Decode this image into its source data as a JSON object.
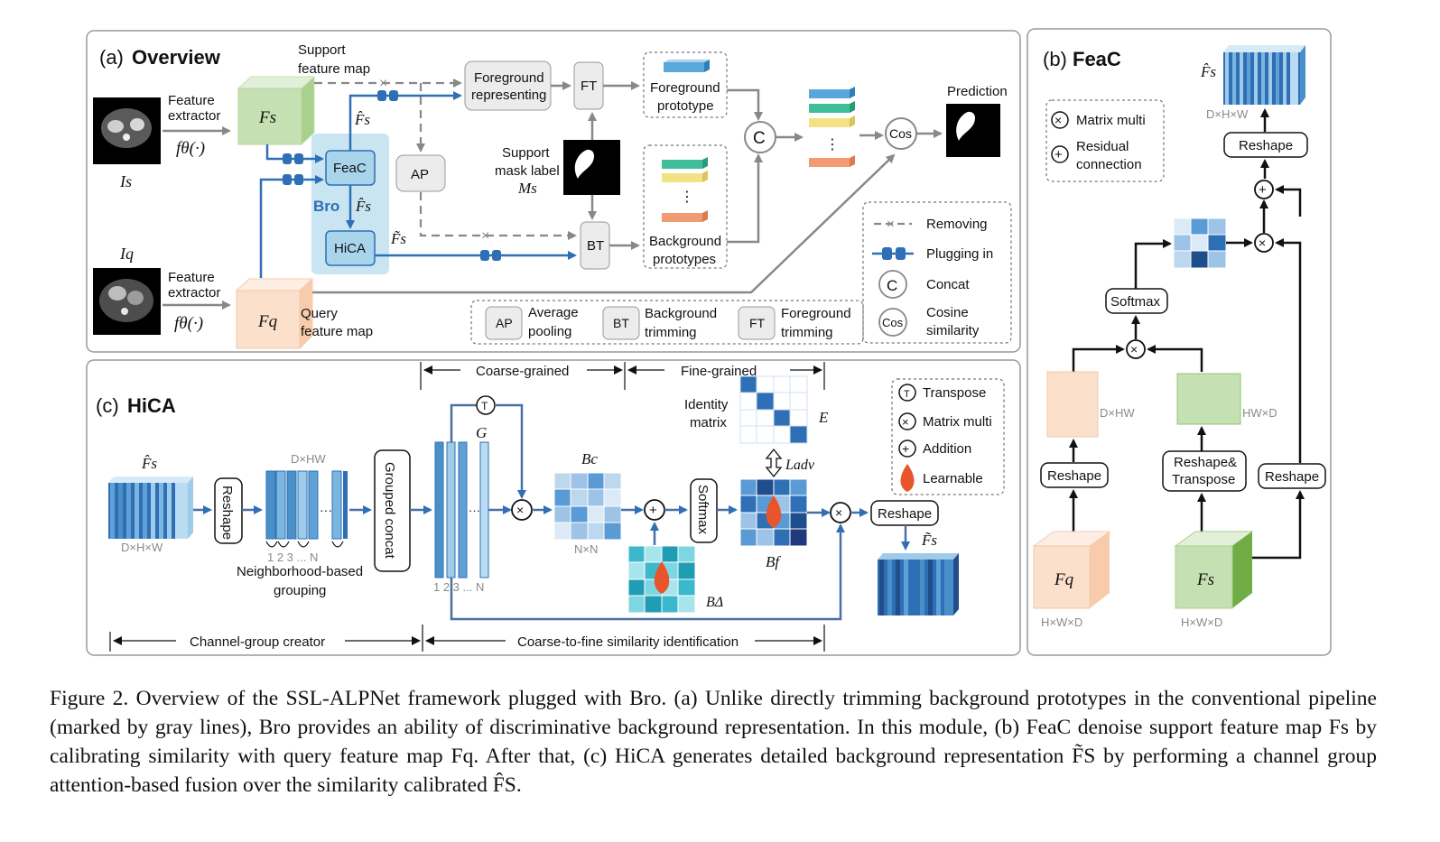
{
  "panels": {
    "a": {
      "tag": "(a)",
      "title": "Overview"
    },
    "b": {
      "tag": "(b)",
      "title": "FeaC"
    },
    "c": {
      "tag": "(c)",
      "title": "HiCA"
    }
  },
  "overview": {
    "support_feature_map": [
      "Support",
      "feature map"
    ],
    "query_feature_map": [
      "Query",
      "feature map"
    ],
    "feature_extractor": [
      "Feature",
      "extractor"
    ],
    "f_theta": "fθ(·)",
    "Is": "Is",
    "Iq": "Iq",
    "Fs": "Fs",
    "Fq": "Fq",
    "Fs_hat": "F̂s",
    "Fs_tilde": "F̃s",
    "bro": "Bro",
    "feac": "FeaC",
    "hica": "HiCA",
    "ap": "AP",
    "ft": "FT",
    "bt": "BT",
    "fg_repr": [
      "Foreground",
      "representing"
    ],
    "fg_proto": [
      "Foreground",
      "prototype"
    ],
    "bg_proto": [
      "Background",
      "prototypes"
    ],
    "support_mask": [
      "Support",
      "mask label"
    ],
    "Ms": "Ms",
    "concat": "C",
    "cos": "Cos",
    "prediction": "Prediction",
    "legend": {
      "removing": "Removing",
      "plugging": "Plugging in",
      "concat": "Concat",
      "cosine": [
        "Cosine",
        "similarity"
      ],
      "ap": [
        "Average",
        "pooling"
      ],
      "bt": [
        "Background",
        "trimming"
      ],
      "ft": [
        "Foreground",
        "trimming"
      ]
    }
  },
  "feac": {
    "Fs_hat": "F̂s",
    "dhw_top": "D×H×W",
    "reshape": "Reshape",
    "softmax": "Softmax",
    "dxhw": "D×HW",
    "hwxd": "HW×D",
    "reshape_transpose": [
      "Reshape&",
      "Transpose"
    ],
    "Fq": "Fq",
    "Fs": "Fs",
    "hwd": "H×W×D",
    "legend": {
      "matrix": "Matrix multi",
      "residual": [
        "Residual",
        "connection"
      ]
    }
  },
  "hica": {
    "Fs_hat": "F̂s",
    "dhw": "D×H×W",
    "reshape": "Reshape",
    "dxhw": "D×HW",
    "grouping": [
      "Neighborhood-based",
      "grouping"
    ],
    "group_idx": "1  2  3  ...  N",
    "grouped_concat": "Grouped concat",
    "coarse": "Coarse-grained",
    "fine": "Fine-grained",
    "G": "G",
    "Bc": "Bc",
    "nxn": "N×N",
    "Bdelta": "BΔ",
    "softmax": "Softmax",
    "identity": [
      "Identity",
      "matrix"
    ],
    "E": "E",
    "Ladv": "Ladv",
    "Bf": "Bf",
    "Fs_tilde": "F̃s",
    "channel_group_creator": "Channel-group creator",
    "c2f": "Coarse-to-fine similarity identification",
    "legend": {
      "transpose": "Transpose",
      "matrix": "Matrix multi",
      "addition": "Addition",
      "learnable": "Learnable"
    }
  },
  "caption": {
    "label": "Figure 2.",
    "text": "Overview of the SSL-ALPNet framework plugged with Bro. (a) Unlike directly trimming background prototypes in the conventional pipeline (marked by gray lines), Bro provides an ability of discriminative background representation. In this module, (b) FeaC denoise support feature map Fs by calibrating similarity with query feature map Fq. After that, (c) HiCA generates detailed background representation F̃S by performing a channel group attention-based fusion over the similarity calibrated F̂S."
  },
  "colors": {
    "blue": "#2e6fb5",
    "gray": "#888888",
    "green": "#c5e0b3",
    "peach": "#fbe0cc",
    "bro_bg": "#bfe0f0"
  }
}
